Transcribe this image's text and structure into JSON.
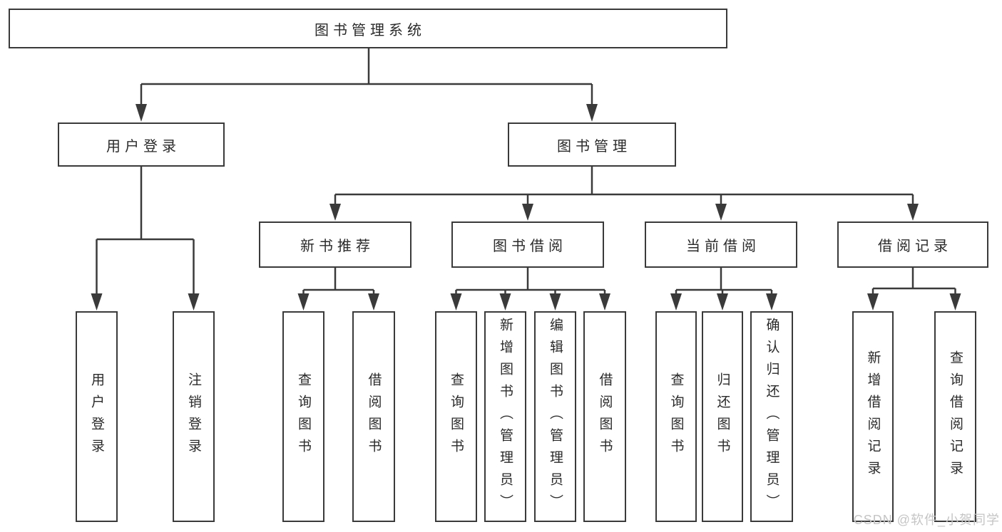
{
  "diagram": {
    "root": {
      "label": "图书管理系统"
    },
    "level2": [
      {
        "label": "用户登录"
      },
      {
        "label": "图书管理"
      }
    ],
    "level3": [
      {
        "label": "新书推荐",
        "parent": "图书管理"
      },
      {
        "label": "图书借阅",
        "parent": "图书管理"
      },
      {
        "label": "当前借阅",
        "parent": "图书管理"
      },
      {
        "label": "借阅记录",
        "parent": "图书管理"
      }
    ],
    "leaves": [
      {
        "label": "用户登录",
        "parent": "用户登录"
      },
      {
        "label": "注销登录",
        "parent": "用户登录"
      },
      {
        "label": "查询图书",
        "parent": "新书推荐"
      },
      {
        "label": "借阅图书",
        "parent": "新书推荐"
      },
      {
        "label": "查询图书",
        "parent": "图书借阅"
      },
      {
        "label": "新增图书（管理员）",
        "parent": "图书借阅"
      },
      {
        "label": "编辑图书（管理员）",
        "parent": "图书借阅"
      },
      {
        "label": "借阅图书",
        "parent": "图书借阅"
      },
      {
        "label": "查询图书",
        "parent": "当前借阅"
      },
      {
        "label": "归还图书",
        "parent": "当前借阅"
      },
      {
        "label": "确认归还（管理员）",
        "parent": "当前借阅"
      },
      {
        "label": "新增借阅记录",
        "parent": "借阅记录"
      },
      {
        "label": "查询借阅记录",
        "parent": "借阅记录"
      }
    ],
    "watermark": "CSDN @软件_小贺同学",
    "colors": {
      "line": "#3a3a3a",
      "text": "#2a2a2a",
      "box_background": "#ffffff",
      "watermark": "#c5c5c5",
      "background": "#ffffff"
    }
  }
}
